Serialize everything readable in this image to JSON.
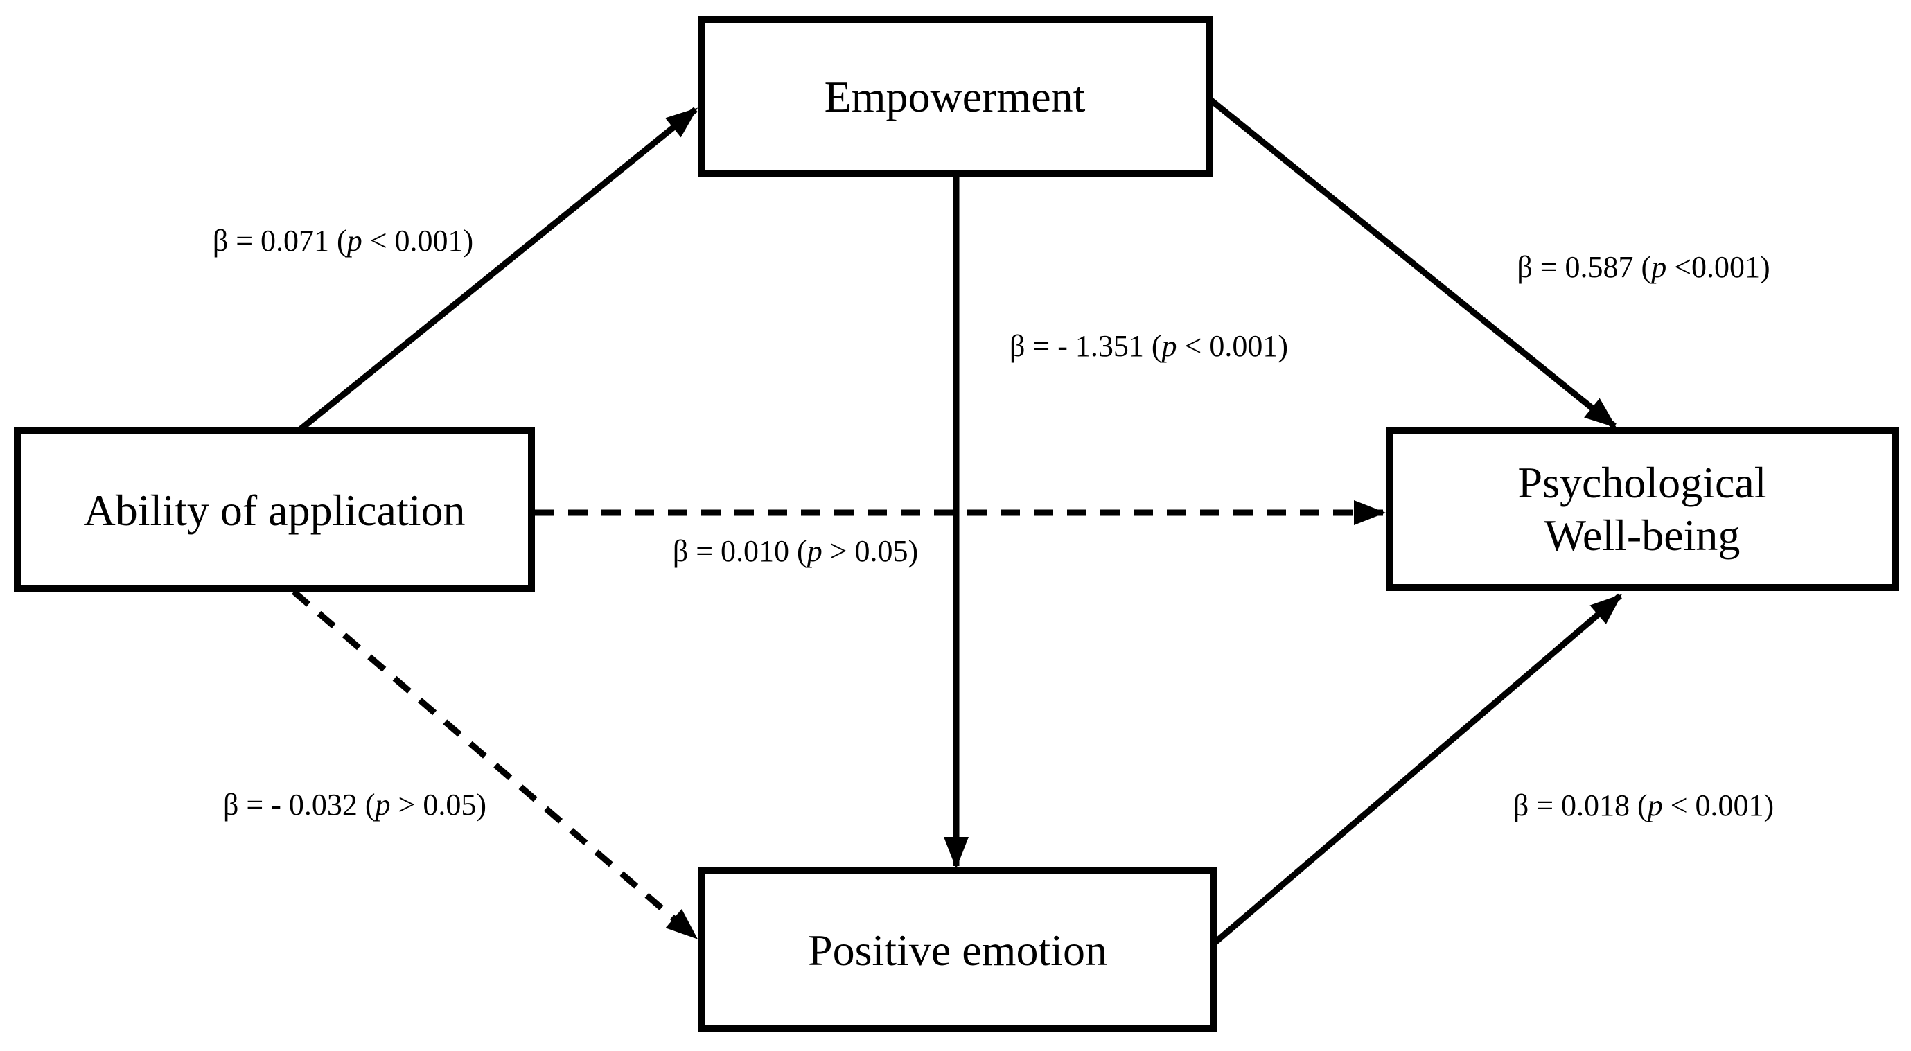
{
  "diagram": {
    "type": "path-model",
    "colors": {
      "background": "#ffffff",
      "line": "#000000",
      "text": "#000000",
      "node_fill": "#ffffff"
    },
    "nodes": {
      "ability": {
        "label": "Ability of application"
      },
      "empowerment": {
        "label": "Empowerment"
      },
      "pwb": {
        "label_line1": "Psychological",
        "label_line2": "Well-being"
      },
      "positive_emotion": {
        "label": "Positive emotion"
      }
    },
    "edges": [
      {
        "from": "ability",
        "to": "empowerment",
        "style": "solid",
        "label": {
          "pre": "β = 0.071 (",
          "p": "p",
          "post": " < 0.001)"
        }
      },
      {
        "from": "empowerment",
        "to": "pwb",
        "style": "solid",
        "label": {
          "pre": "β = 0.587 (",
          "p": "p",
          "post": " <0.001)"
        }
      },
      {
        "from": "empowerment",
        "to": "positive_emotion",
        "style": "solid",
        "label": {
          "pre": "β = - 1.351 (",
          "p": "p",
          "post": " < 0.001)"
        }
      },
      {
        "from": "ability",
        "to": "pwb",
        "style": "dashed",
        "label": {
          "pre": "β = 0.010 (",
          "p": "p",
          "post": " > 0.05)"
        }
      },
      {
        "from": "ability",
        "to": "positive_emotion",
        "style": "dashed",
        "label": {
          "pre": "β = - 0.032 (",
          "p": "p",
          "post": " > 0.05)"
        }
      },
      {
        "from": "positive_emotion",
        "to": "pwb",
        "style": "solid",
        "label": {
          "pre": "β = 0.018 (",
          "p": "p",
          "post": " < 0.001)"
        }
      }
    ]
  }
}
